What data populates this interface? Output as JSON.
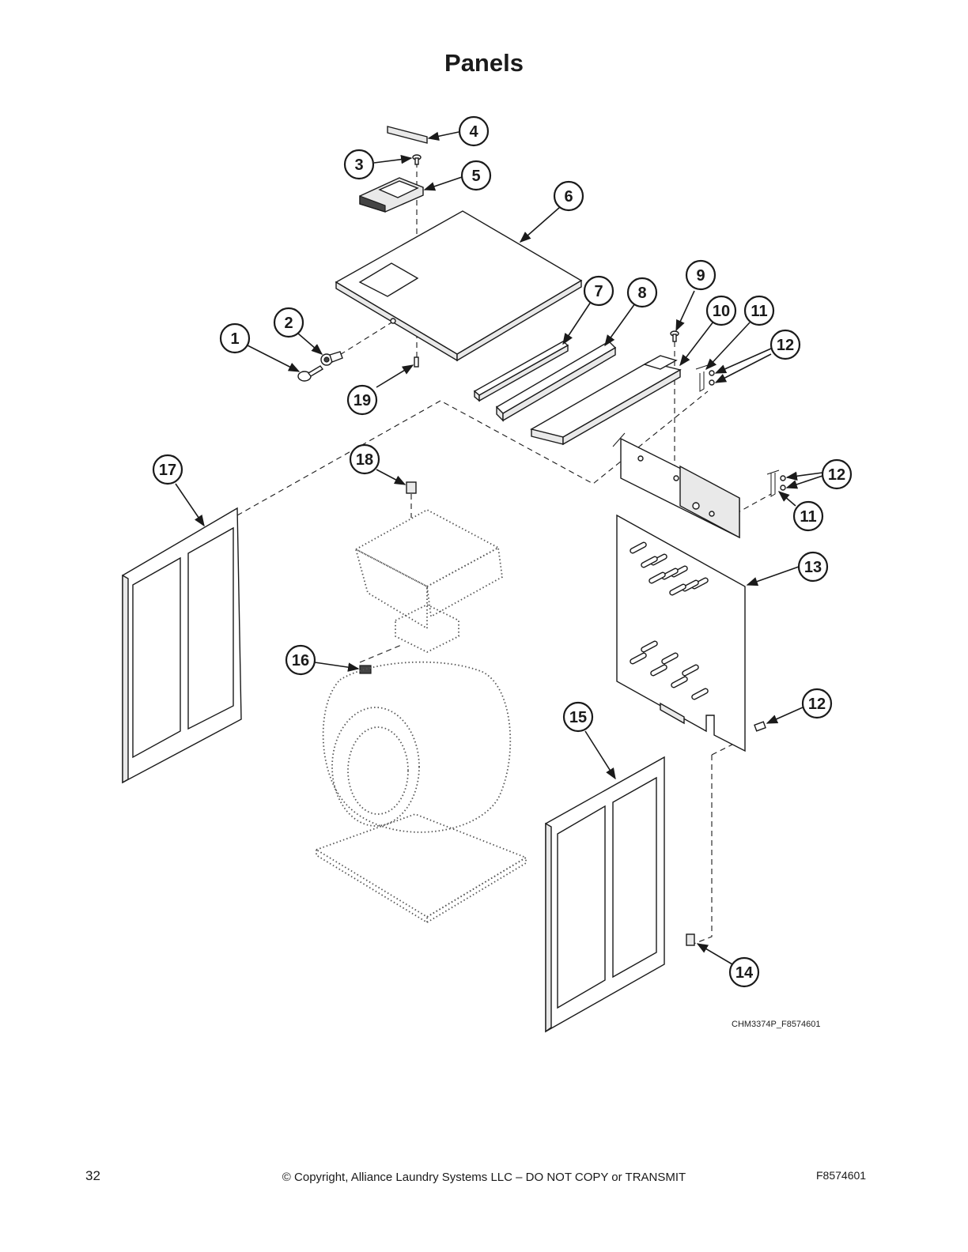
{
  "page": {
    "title": "Panels",
    "drawing_code": "CHM3374P_F8574601",
    "footer": {
      "page_number": "32",
      "copyright": "© Copyright, Alliance Laundry Systems LLC – DO NOT COPY or TRANSMIT",
      "document_number": "F8574601"
    }
  },
  "callouts": [
    {
      "id": "c1",
      "label": "1"
    },
    {
      "id": "c2",
      "label": "2"
    },
    {
      "id": "c3",
      "label": "3"
    },
    {
      "id": "c4",
      "label": "4"
    },
    {
      "id": "c5",
      "label": "5"
    },
    {
      "id": "c6",
      "label": "6"
    },
    {
      "id": "c7",
      "label": "7"
    },
    {
      "id": "c8",
      "label": "8"
    },
    {
      "id": "c9",
      "label": "9"
    },
    {
      "id": "c10",
      "label": "10"
    },
    {
      "id": "c11a",
      "label": "11"
    },
    {
      "id": "c12a",
      "label": "12"
    },
    {
      "id": "c12b",
      "label": "12"
    },
    {
      "id": "c11b",
      "label": "11"
    },
    {
      "id": "c13",
      "label": "13"
    },
    {
      "id": "c12c",
      "label": "12"
    },
    {
      "id": "c14",
      "label": "14"
    },
    {
      "id": "c15",
      "label": "15"
    },
    {
      "id": "c16",
      "label": "16"
    },
    {
      "id": "c17",
      "label": "17"
    },
    {
      "id": "c18",
      "label": "18"
    },
    {
      "id": "c19",
      "label": "19"
    }
  ]
}
